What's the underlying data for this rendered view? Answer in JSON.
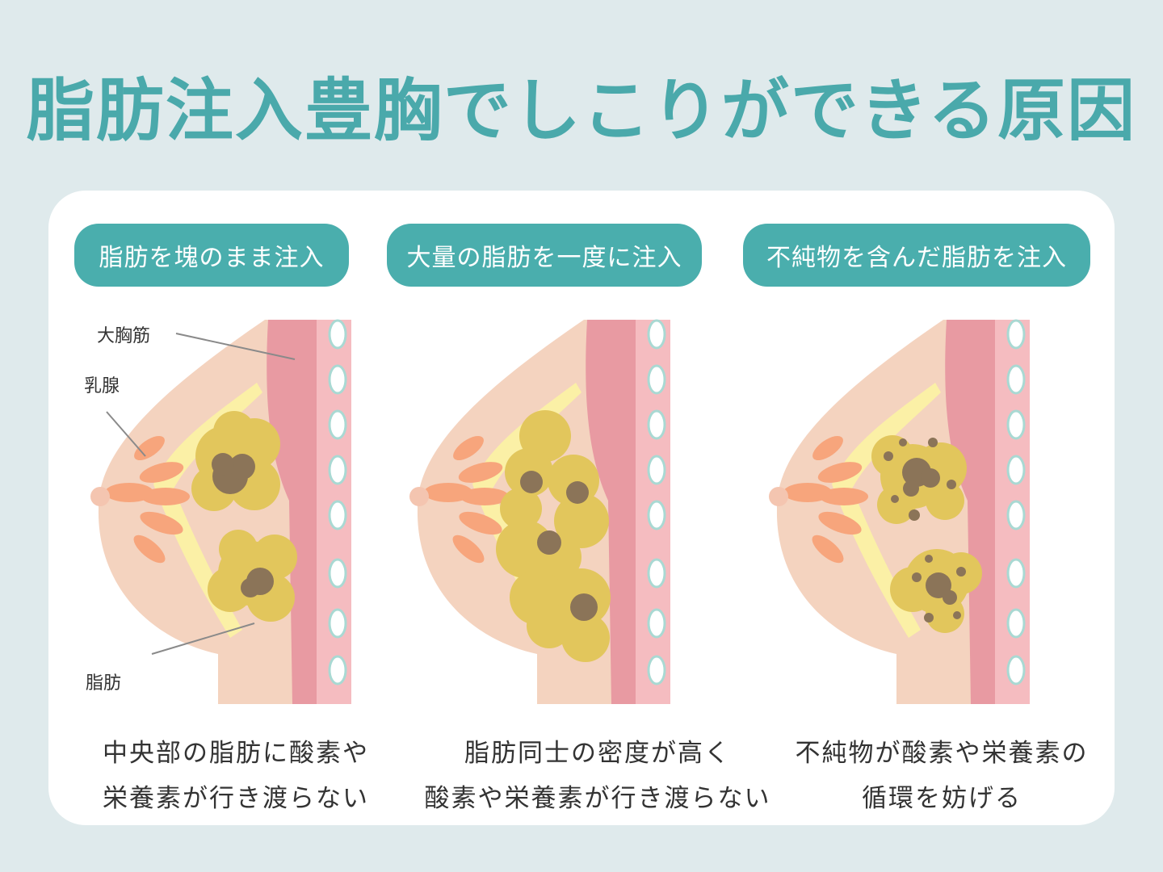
{
  "title": "脂肪注入豊胸でしこりができる原因",
  "panels": [
    {
      "heading": "脂肪を塊のまま注入",
      "caption_line1": "中央部の脂肪に酸素や",
      "caption_line2": "栄養素が行き渡らない"
    },
    {
      "heading": "大量の脂肪を一度に注入",
      "caption_line1": "脂肪同士の密度が高く",
      "caption_line2": "酸素や栄養素が行き渡らない"
    },
    {
      "heading": "不純物を含んだ脂肪を注入",
      "caption_line1": "不純物が酸素や栄養素の",
      "caption_line2": "循環を妨げる"
    }
  ],
  "labels": {
    "muscle": "大胸筋",
    "mammary": "乳腺",
    "fat": "脂肪"
  },
  "colors": {
    "title": "#4aa9ab",
    "pill": "#4aaead",
    "skin": "#f4d3bf",
    "muscle": "#e89aa2",
    "fat": "#e2c65c",
    "necrosis": "#8b7458",
    "gland": "#f7a57c",
    "ducts": "#fbf0a6"
  }
}
